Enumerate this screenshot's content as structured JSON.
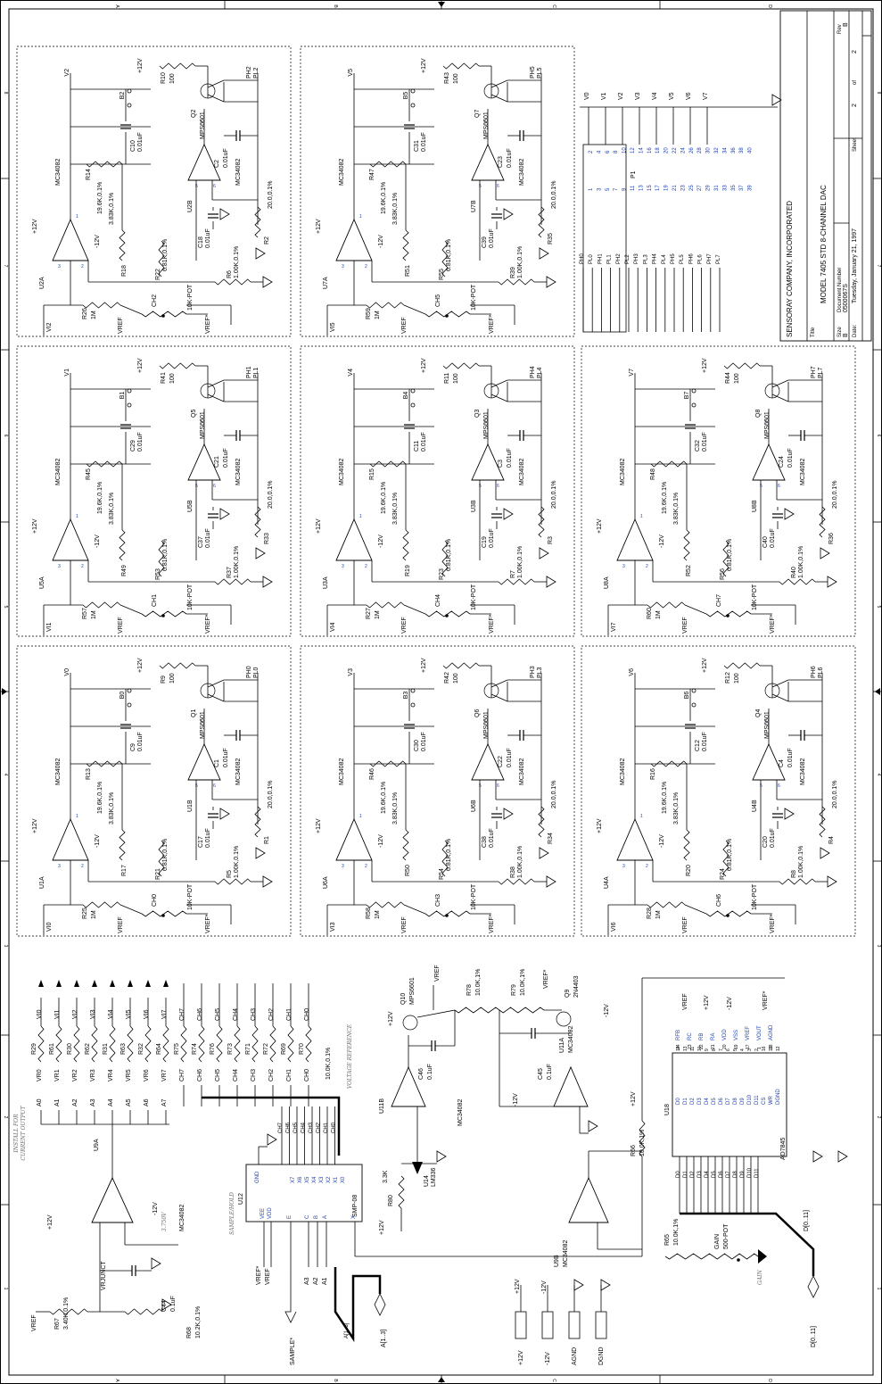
{
  "title_block": {
    "company": "SENSORAY COMPANY, INCORPORATED",
    "title_label": "Title",
    "title": "MODEL 7405 STD 8-CHANNEL DAC",
    "size_label": "Size",
    "size": "B",
    "docnum_label": "Document Number",
    "docnum": "0500067S",
    "rev_label": "Rev",
    "rev": "B",
    "date_label": "Date:",
    "date": "Tuesday, January 21, 1997",
    "sheet_label": "Sheet",
    "sheet": "2",
    "of_label": "of",
    "of": "2"
  },
  "zones": {
    "letters": [
      "A",
      "B",
      "C",
      "D"
    ],
    "numbers": [
      "8",
      "7",
      "6",
      "5",
      "4",
      "3",
      "2",
      "1"
    ]
  },
  "channels": [
    {
      "vout": "V2",
      "bout": "B2",
      "vin": "VI2",
      "ch": "CH2",
      "ua": "U2A",
      "ub": "U2B",
      "q": "Q2",
      "ph": "PH2",
      "pl": "PL2",
      "rin": "R26",
      "r100": "R10",
      "rfb": "R14",
      "rmid": "R18",
      "r681": "R22",
      "r1k": "R6",
      "r20": "R2",
      "cfb": "C10",
      "cout": "C2",
      "cdec": "C18"
    },
    {
      "vout": "V5",
      "bout": "B5",
      "vin": "VI5",
      "ch": "CH5",
      "ua": "U7A",
      "ub": "U7B",
      "q": "Q7",
      "ph": "PH5",
      "pl": "PL5",
      "rin": "R59",
      "r100": "R43",
      "rfb": "R47",
      "rmid": "R51",
      "r681": "R55",
      "r1k": "R39",
      "r20": "R35",
      "cfb": "C31",
      "cout": "C23",
      "cdec": "C39"
    },
    {
      "vout": "V1",
      "bout": "B1",
      "vin": "VI1",
      "ch": "CH1",
      "ua": "U5A",
      "ub": "U5B",
      "q": "Q5",
      "ph": "PH1",
      "pl": "PL1",
      "rin": "R57",
      "r100": "R41",
      "rfb": "R45",
      "rmid": "R49",
      "r681": "R53",
      "r1k": "R37",
      "r20": "R33",
      "cfb": "C29",
      "cout": "C21",
      "cdec": "C37"
    },
    {
      "vout": "V4",
      "bout": "B4",
      "vin": "VI4",
      "ch": "CH4",
      "ua": "U3A",
      "ub": "U3B",
      "q": "Q3",
      "ph": "PH4",
      "pl": "PL4",
      "rin": "R27",
      "r100": "R11",
      "rfb": "R15",
      "rmid": "R19",
      "r681": "R23",
      "r1k": "R7",
      "r20": "R3",
      "cfb": "C11",
      "cout": "C3",
      "cdec": "C19"
    },
    {
      "vout": "V7",
      "bout": "B7",
      "vin": "VI7",
      "ch": "CH7",
      "ua": "U8A",
      "ub": "U8B",
      "q": "Q8",
      "ph": "PH7",
      "pl": "PL7",
      "rin": "R60",
      "r100": "R44",
      "rfb": "R48",
      "rmid": "R52",
      "r681": "R56",
      "r1k": "R40",
      "r20": "R36",
      "cfb": "C32",
      "cout": "C24",
      "cdec": "C40"
    },
    {
      "vout": "V0",
      "bout": "B0",
      "vin": "VI0",
      "ch": "CH0",
      "ua": "U1A",
      "ub": "U1B",
      "q": "Q1",
      "ph": "PH0",
      "pl": "PL0",
      "rin": "R25",
      "r100": "R9",
      "rfb": "R13",
      "rmid": "R17",
      "r681": "R21",
      "r1k": "R5",
      "r20": "R1",
      "cfb": "C9",
      "cout": "C1",
      "cdec": "C17"
    },
    {
      "vout": "V3",
      "bout": "B3",
      "vin": "VI3",
      "ch": "CH3",
      "ua": "U6A",
      "ub": "U6B",
      "q": "Q6",
      "ph": "PH3",
      "pl": "PL3",
      "rin": "R58",
      "r100": "R42",
      "rfb": "R46",
      "rmid": "R50",
      "r681": "R54",
      "r1k": "R38",
      "r20": "R34",
      "cfb": "C30",
      "cout": "C22",
      "cdec": "C38"
    },
    {
      "vout": "V6",
      "bout": "B6",
      "vin": "VI6",
      "ch": "CH6",
      "ua": "U4A",
      "ub": "U4B",
      "q": "Q4",
      "ph": "PH6",
      "pl": "PL6",
      "rin": "R28",
      "r100": "R12",
      "rfb": "R16",
      "rmid": "R20",
      "r681": "R24",
      "r1k": "R8",
      "r20": "R4",
      "cfb": "C12",
      "cout": "C4",
      "cdec": "C20"
    }
  ],
  "common": {
    "opamp": "MC34082",
    "transistor": "MPS6601",
    "plus12": "+12V",
    "minus12": "-12V",
    "v100": "100",
    "v1m": "1M",
    "v196": "19.6K,0.1%",
    "v383": "3.83K,0.1%",
    "v681": "6.81K,0.1%",
    "v100k": "1.00K,0.1%",
    "v200": "20.0,0.1%",
    "v001": "0.01uF",
    "pot": "10K-POT",
    "vref": "VREF",
    "vrefm": "VREF*",
    "pin1": "1",
    "pin2": "2",
    "pin3": "3",
    "pin5": "5",
    "pin6": "6",
    "pin7": "7"
  },
  "connector": {
    "name": "P1",
    "vnets": [
      "V0",
      "V1",
      "V2",
      "V3",
      "V4",
      "V5",
      "V6",
      "V7"
    ],
    "pnets": [
      "PH0",
      "PL0",
      "PH1",
      "PL1",
      "PH2",
      "PL2",
      "PH3",
      "PL3",
      "PH4",
      "PL4",
      "PH5",
      "PL5",
      "PH6",
      "PL6",
      "PH7",
      "PL7"
    ],
    "odd": [
      "1",
      "3",
      "5",
      "7",
      "9",
      "11",
      "13",
      "15",
      "17",
      "19",
      "21",
      "23",
      "25",
      "27",
      "29",
      "31",
      "33",
      "35",
      "37",
      "39"
    ],
    "even": [
      "2",
      "4",
      "6",
      "8",
      "10",
      "12",
      "14",
      "16",
      "18",
      "20",
      "22",
      "24",
      "26",
      "28",
      "30",
      "32",
      "34",
      "36",
      "38",
      "40"
    ]
  },
  "bottom": {
    "install_note1": "INSTALL FOR",
    "install_note2": "CURRENT OUTPUT",
    "a_nets": [
      "A0",
      "A1",
      "A2",
      "A3",
      "A4",
      "A5",
      "A6",
      "A7"
    ],
    "vr_nets": [
      "VR0",
      "VR1",
      "VR2",
      "VR3",
      "VR4",
      "VR5",
      "VR6",
      "VR7"
    ],
    "vr_res": [
      "R29",
      "R61",
      "R30",
      "R62",
      "R31",
      "R63",
      "R32",
      "R64"
    ],
    "vi_nets": [
      "VI0",
      "VI1",
      "VI2",
      "VI3",
      "VI4",
      "VI5",
      "VI6",
      "VI7"
    ],
    "ch_nets": [
      "CH7",
      "CH6",
      "CH5",
      "CH4",
      "CH3",
      "CH2",
      "CH1",
      "CH0"
    ],
    "ch_res": [
      "R75",
      "R74",
      "R76",
      "R73",
      "R71",
      "R72",
      "R69",
      "R70"
    ],
    "res_value": "10.0K,0.1%",
    "voltage_ref_note": "VOLTAGE REFERENCE",
    "u9a": "U9A",
    "u9a_type": "MC34082",
    "v3750": "3.750V",
    "vrjunct": "VRJUNCT",
    "r67": "R67",
    "r67v": "3.40K,0.1%",
    "r68": "R68",
    "r68v": "10.2K,0.1%",
    "c44": "C44",
    "c44v": "0.1uF",
    "u12": "U12",
    "u12_type": "SMP-08",
    "sh_note": "SAMPLE/HOLD",
    "u12_pins": [
      "GND",
      "X7",
      "X6",
      "X5",
      "X4",
      "X3",
      "X2",
      "X1",
      "X0",
      "VEE",
      "VDD",
      "E",
      "C",
      "B",
      "A",
      "X"
    ],
    "u12_pinnums": [
      "4",
      "2",
      "5",
      "1",
      "12",
      "15",
      "13",
      "14",
      "7",
      "16",
      "6",
      "9",
      "10",
      "11",
      "8"
    ],
    "a_bus": [
      "A3",
      "A2",
      "A1"
    ],
    "a_bus_name": "A[1..3]",
    "a_bus_label": "A[1..3]",
    "sample": "SAMPLE*",
    "u14": "U14",
    "u14_type": "LM336",
    "r80": "R80",
    "r80v": "3.3K",
    "u11b": "U11B",
    "u11a": "U11A",
    "c46": "C46",
    "c46v": "0.1uF",
    "c45": "C45",
    "c45v": "0.1uF",
    "q10": "Q10",
    "q10_type": "MPS6601",
    "q9": "Q9",
    "q9_type": "2N4403",
    "r78": "R78",
    "r78v": "10.0K,1%",
    "r79": "R79",
    "r79v": "10.0K,1%",
    "u9b": "U9B",
    "r65": "R65",
    "r65v": "10.0K,1%",
    "r66": "R66",
    "r66v": "10.0K,1%",
    "gain": "GAIN",
    "gain_pot": "500-POT",
    "gain_note": "GAIN",
    "u18": "U18",
    "u18_type": "AD7845",
    "u18_left": [
      "D0",
      "D1",
      "D2",
      "D3",
      "D4",
      "D5",
      "D6",
      "D7",
      "D8",
      "D9",
      "D10",
      "D11",
      "CS",
      "WR",
      "DGND"
    ],
    "u18_leftnums": [
      "14",
      "13",
      "11",
      "10",
      "9",
      "8",
      "7",
      "6",
      "5",
      "4",
      "3",
      "2",
      "16",
      "15",
      "12"
    ],
    "u18_right": [
      "RFB",
      "RC",
      "RB",
      "RA",
      "VDD",
      "VSS",
      "VREF",
      "VOUT",
      "AGND"
    ],
    "u18_rightnums": [
      "24",
      "23",
      "22",
      "21",
      "20",
      "19",
      "17",
      "1",
      "18"
    ],
    "d_bus": "D[0..11]",
    "d_bus_out": "D[0..11]",
    "supplies": [
      "+12V",
      "-12V",
      "AGND",
      "DGND"
    ]
  }
}
